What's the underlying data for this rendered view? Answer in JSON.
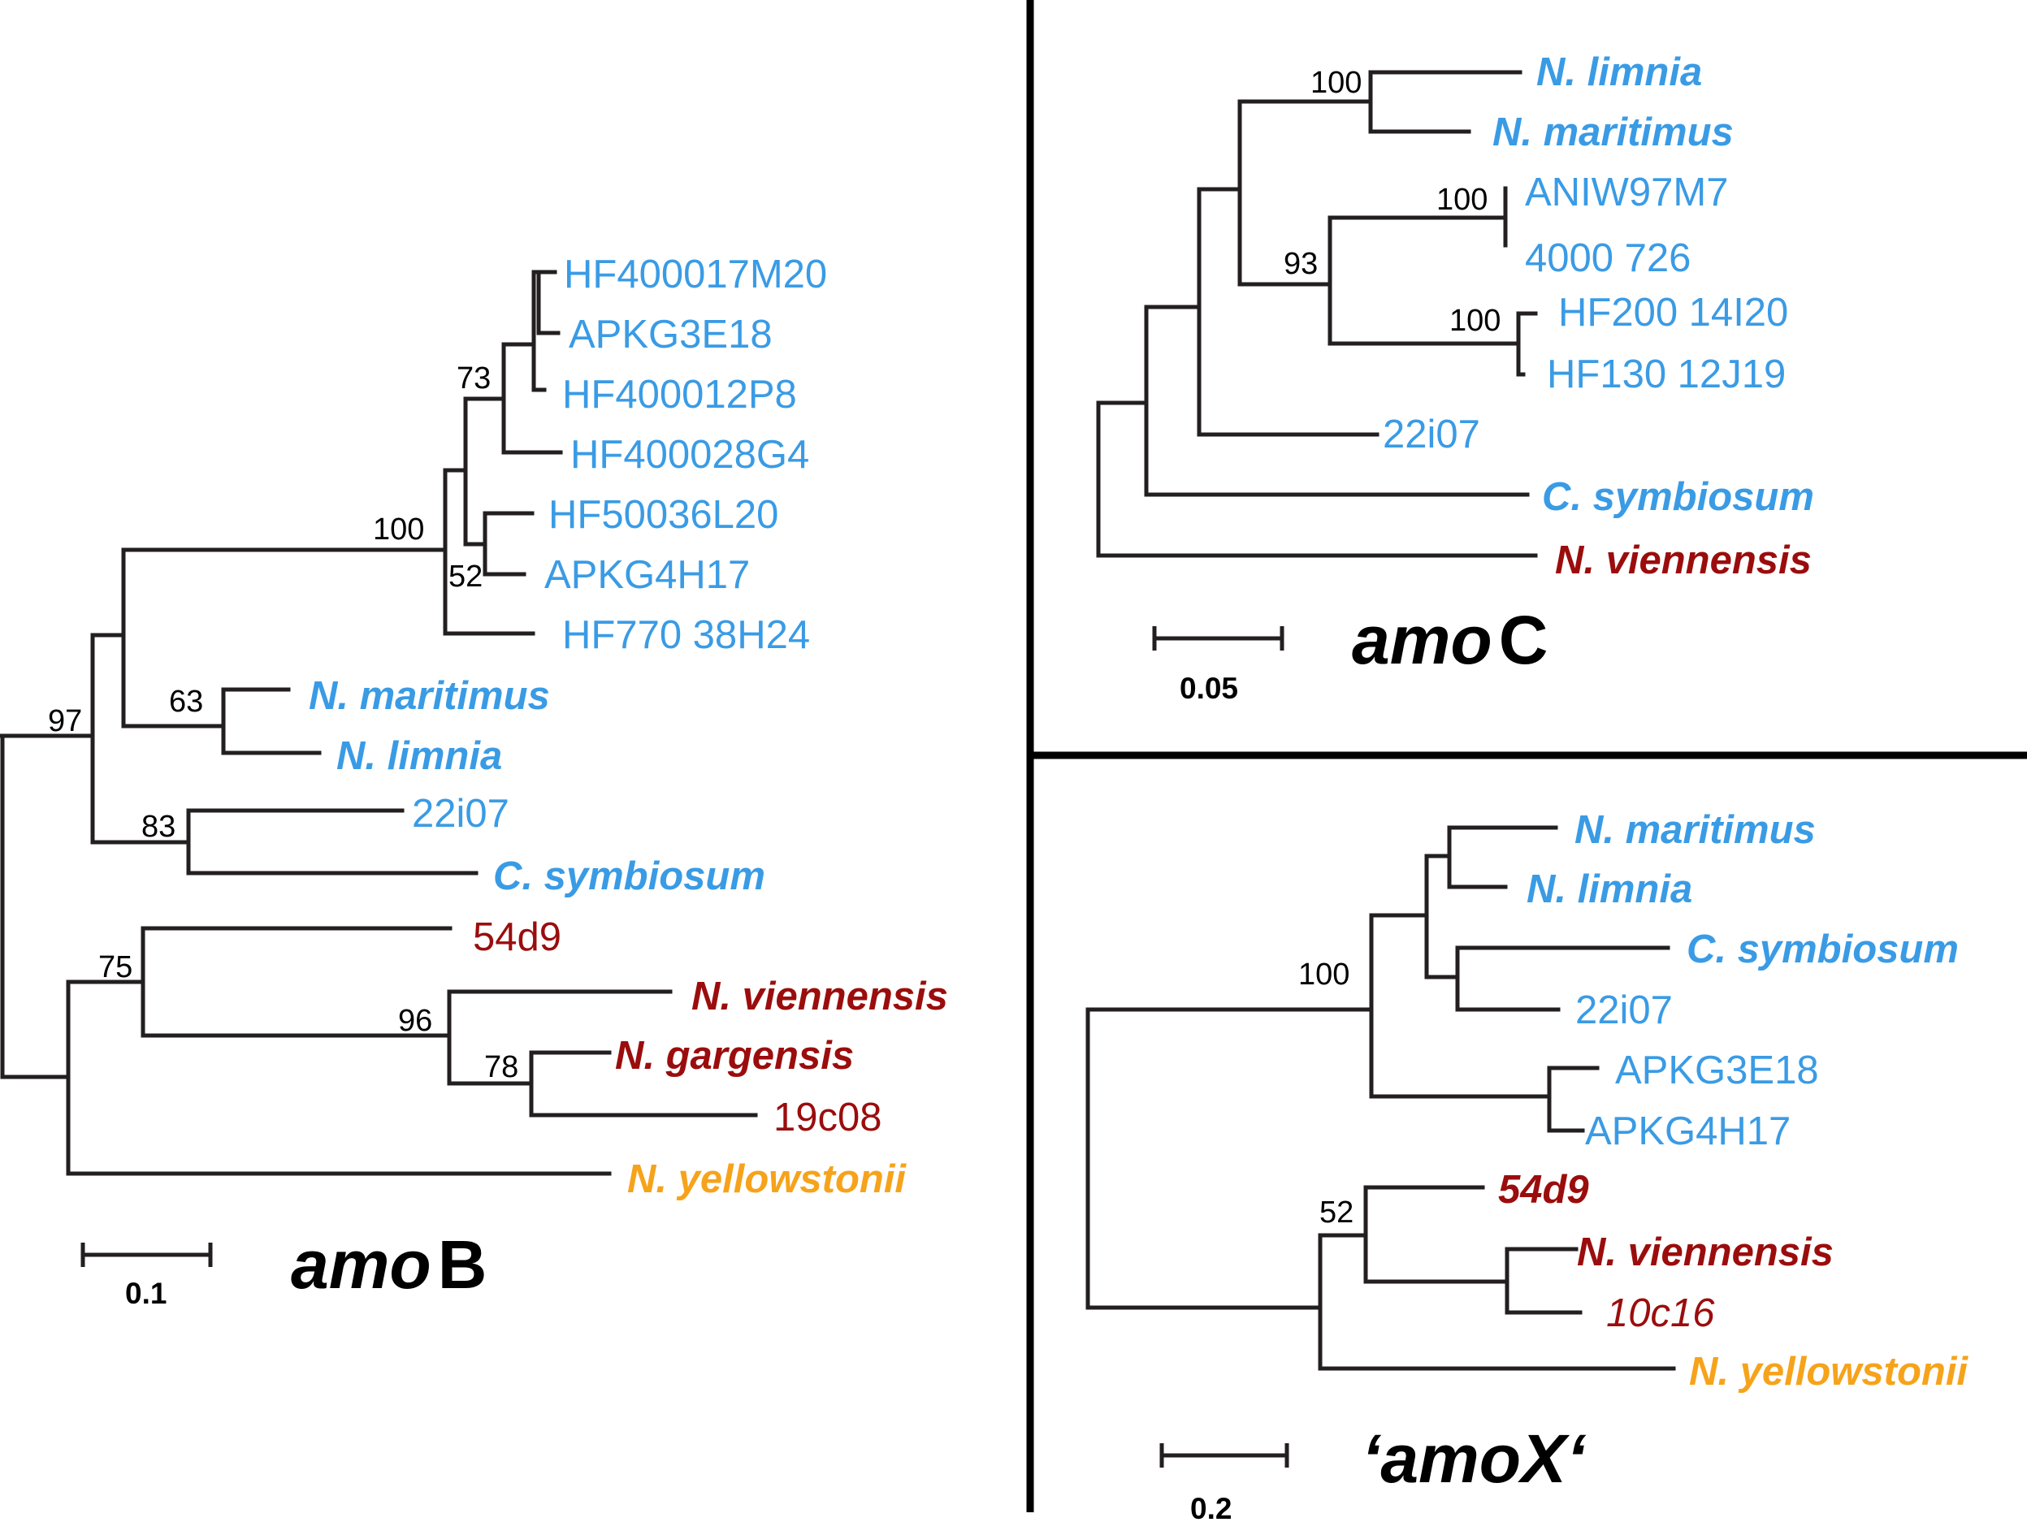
{
  "colors": {
    "aquatic_blue": "#3a9be5",
    "soil_red": "#9b0d0d",
    "thermo_orange": "#f6a31b",
    "branch": "#231f20",
    "divider": "#000000"
  },
  "panels": {
    "amoB": {
      "title_italic": "amo",
      "title_plain": "B",
      "scale_label": "0.1",
      "leaves": [
        {
          "text": "HF400017M20",
          "color": "aquatic_blue",
          "italic": false
        },
        {
          "text": "APKG3E18",
          "color": "aquatic_blue",
          "italic": false
        },
        {
          "text": "HF400012P8",
          "color": "aquatic_blue",
          "italic": false
        },
        {
          "text": "HF400028G4",
          "color": "aquatic_blue",
          "italic": false
        },
        {
          "text": "HF50036L20",
          "color": "aquatic_blue",
          "italic": false
        },
        {
          "text": "APKG4H17",
          "color": "aquatic_blue",
          "italic": false
        },
        {
          "text": "HF770 38H24",
          "color": "aquatic_blue",
          "italic": false
        },
        {
          "text": "N. maritimus",
          "color": "aquatic_blue",
          "italic": true
        },
        {
          "text": "N. limnia",
          "color": "aquatic_blue",
          "italic": true
        },
        {
          "text": "22i07",
          "color": "aquatic_blue",
          "italic": false
        },
        {
          "text": "C. symbiosum",
          "color": "aquatic_blue",
          "italic": true
        },
        {
          "text": "54d9",
          "color": "soil_red",
          "italic": false
        },
        {
          "text": "N. viennensis",
          "color": "soil_red",
          "italic": true
        },
        {
          "text": "N. gargensis",
          "color": "soil_red",
          "italic": true
        },
        {
          "text": "19c08",
          "color": "soil_red",
          "italic": false
        },
        {
          "text": "N. yellowstonii",
          "color": "thermo_orange",
          "italic": true
        }
      ],
      "support": [
        "73",
        "100",
        "52",
        "63",
        "97",
        "83",
        "75",
        "96",
        "78"
      ]
    },
    "amoC": {
      "title_italic": "amo",
      "title_plain": "C",
      "scale_label": "0.05",
      "leaves": [
        {
          "text": "N. limnia",
          "color": "aquatic_blue",
          "italic": true
        },
        {
          "text": "N. maritimus",
          "color": "aquatic_blue",
          "italic": true
        },
        {
          "text": "ANIW97M7",
          "color": "aquatic_blue",
          "italic": false
        },
        {
          "text": "4000 726",
          "color": "aquatic_blue",
          "italic": false
        },
        {
          "text": "HF200 14I20",
          "color": "aquatic_blue",
          "italic": false
        },
        {
          "text": "HF130 12J19",
          "color": "aquatic_blue",
          "italic": false
        },
        {
          "text": "22i07",
          "color": "aquatic_blue",
          "italic": false
        },
        {
          "text": "C. symbiosum",
          "color": "aquatic_blue",
          "italic": true
        },
        {
          "text": "N. viennensis",
          "color": "soil_red",
          "italic": true
        }
      ],
      "support": [
        "100",
        "100",
        "93",
        "100"
      ]
    },
    "amoX": {
      "title": "‘amoX‘",
      "scale_label": "0.2",
      "leaves": [
        {
          "text": "N. maritimus",
          "color": "aquatic_blue",
          "italic": true
        },
        {
          "text": "N. limnia",
          "color": "aquatic_blue",
          "italic": true
        },
        {
          "text": "C. symbiosum",
          "color": "aquatic_blue",
          "italic": true
        },
        {
          "text": "22i07",
          "color": "aquatic_blue",
          "italic": false
        },
        {
          "text": "APKG3E18",
          "color": "aquatic_blue",
          "italic": false
        },
        {
          "text": "APKG4H17",
          "color": "aquatic_blue",
          "italic": false
        },
        {
          "text": "54d9",
          "color": "soil_red",
          "italic": true
        },
        {
          "text": "N. viennensis",
          "color": "soil_red",
          "italic": true
        },
        {
          "text": "10c16",
          "color": "soil_red",
          "italic": true,
          "light": true
        },
        {
          "text": "N. yellowstonii",
          "color": "thermo_orange",
          "italic": true
        }
      ],
      "support": [
        "100",
        "52"
      ]
    }
  }
}
